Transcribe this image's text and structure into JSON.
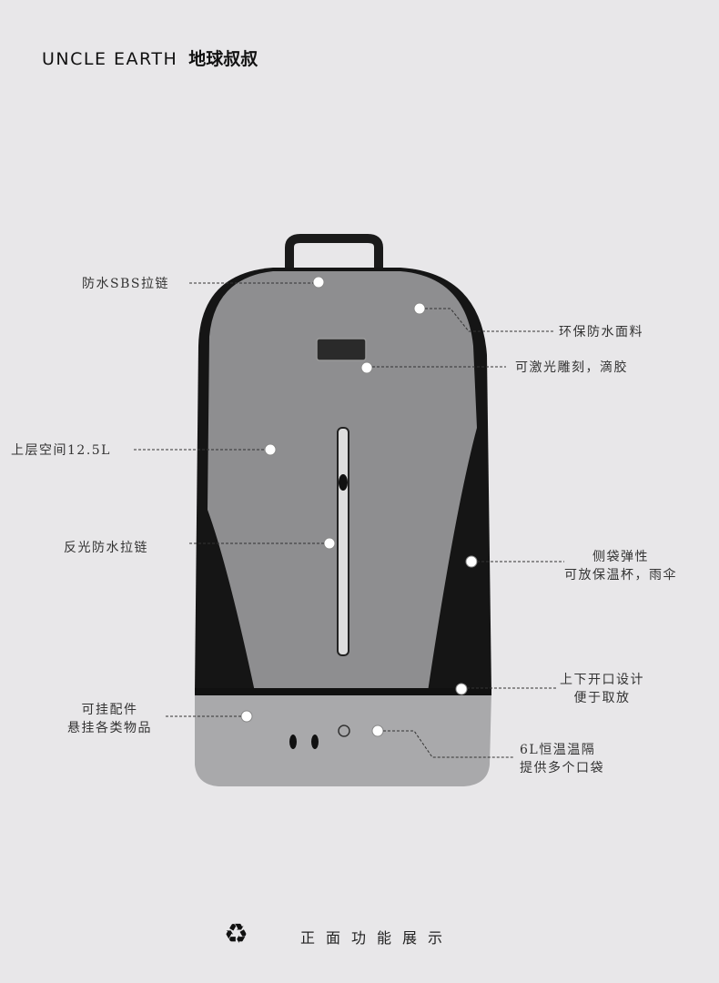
{
  "brand": {
    "name_en": "UNCLE EARTH",
    "name_cn": "地球叔叔"
  },
  "annotations": {
    "zipper_top": "防水SBS拉链",
    "fabric": "环保防水面料",
    "logo_patch": "可激光雕刻，滴胶",
    "upper_space": "上层空间12.5L",
    "front_zipper": "反光防水拉链",
    "side_pocket": [
      "侧袋弹性",
      "可放保温杯，雨伞"
    ],
    "opening": [
      "上下开口设计",
      "便于取放"
    ],
    "hang": [
      "可挂配件",
      "悬挂各类物品"
    ],
    "lower": [
      "6L恒温温隔",
      "提供多个口袋"
    ]
  },
  "footer": {
    "icon": "recycle-icon",
    "caption": "正面功能展示"
  }
}
